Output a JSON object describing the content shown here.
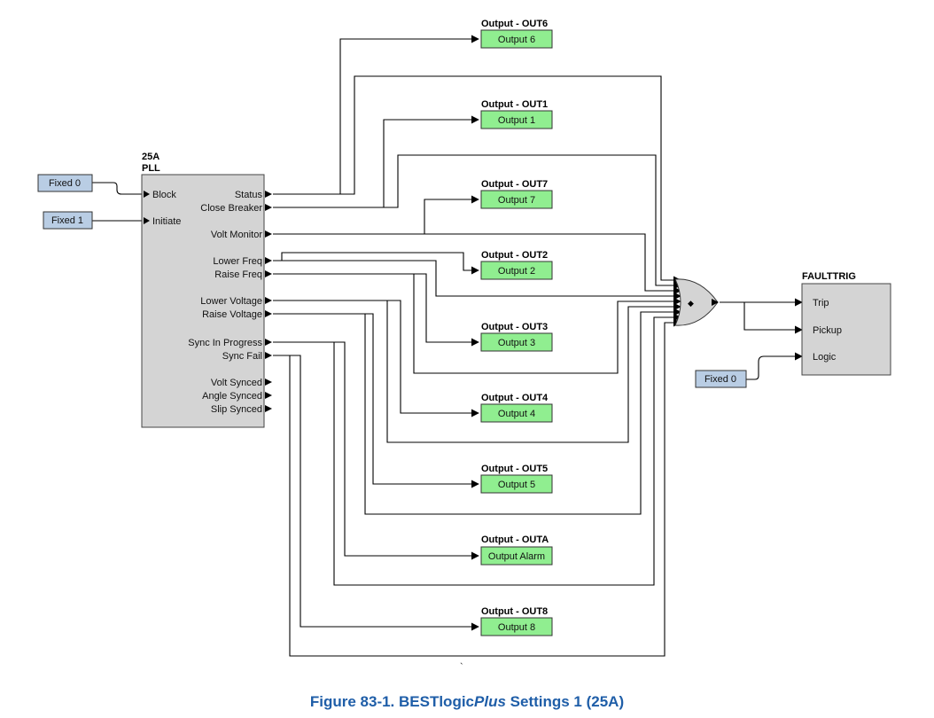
{
  "blocks": {
    "pll": {
      "title_line1": "25A",
      "title_line2": "PLL",
      "inputs": [
        "Block",
        "Initiate"
      ],
      "outputs": [
        "Status",
        "Close Breaker",
        "Volt Monitor",
        "Lower Freq",
        "Raise Freq",
        "Lower Voltage",
        "Raise Voltage",
        "Sync In Progress",
        "Sync Fail",
        "Volt Synced",
        "Angle Synced",
        "Slip Synced"
      ]
    },
    "faulttrig": {
      "title": "FAULTTRIG",
      "inputs": [
        "Trip",
        "Pickup",
        "Logic"
      ]
    },
    "fixed_inputs": [
      "Fixed 0",
      "Fixed 1",
      "Fixed 0"
    ],
    "outputs": [
      {
        "title": "Output - OUT6",
        "label": "Output 6"
      },
      {
        "title": "Output - OUT1",
        "label": "Output 1"
      },
      {
        "title": "Output - OUT7",
        "label": "Output 7"
      },
      {
        "title": "Output - OUT2",
        "label": "Output 2"
      },
      {
        "title": "Output - OUT3",
        "label": "Output 3"
      },
      {
        "title": "Output - OUT4",
        "label": "Output 4"
      },
      {
        "title": "Output - OUT5",
        "label": "Output 5"
      },
      {
        "title": "Output - OUTA",
        "label": "Output Alarm"
      },
      {
        "title": "Output - OUT8",
        "label": "Output 8"
      }
    ],
    "gate_symbol": "◆",
    "stray_mark": "`"
  },
  "colors": {
    "block_fill": "#d4d4d4",
    "fixed_fill": "#b9cde4",
    "output_fill": "#90ee90",
    "caption": "#1f5ea8"
  },
  "caption": {
    "prefix": "Figure 83-1. BESTlogic",
    "italic": "Plus",
    "suffix": " Settings 1 (25A)"
  }
}
